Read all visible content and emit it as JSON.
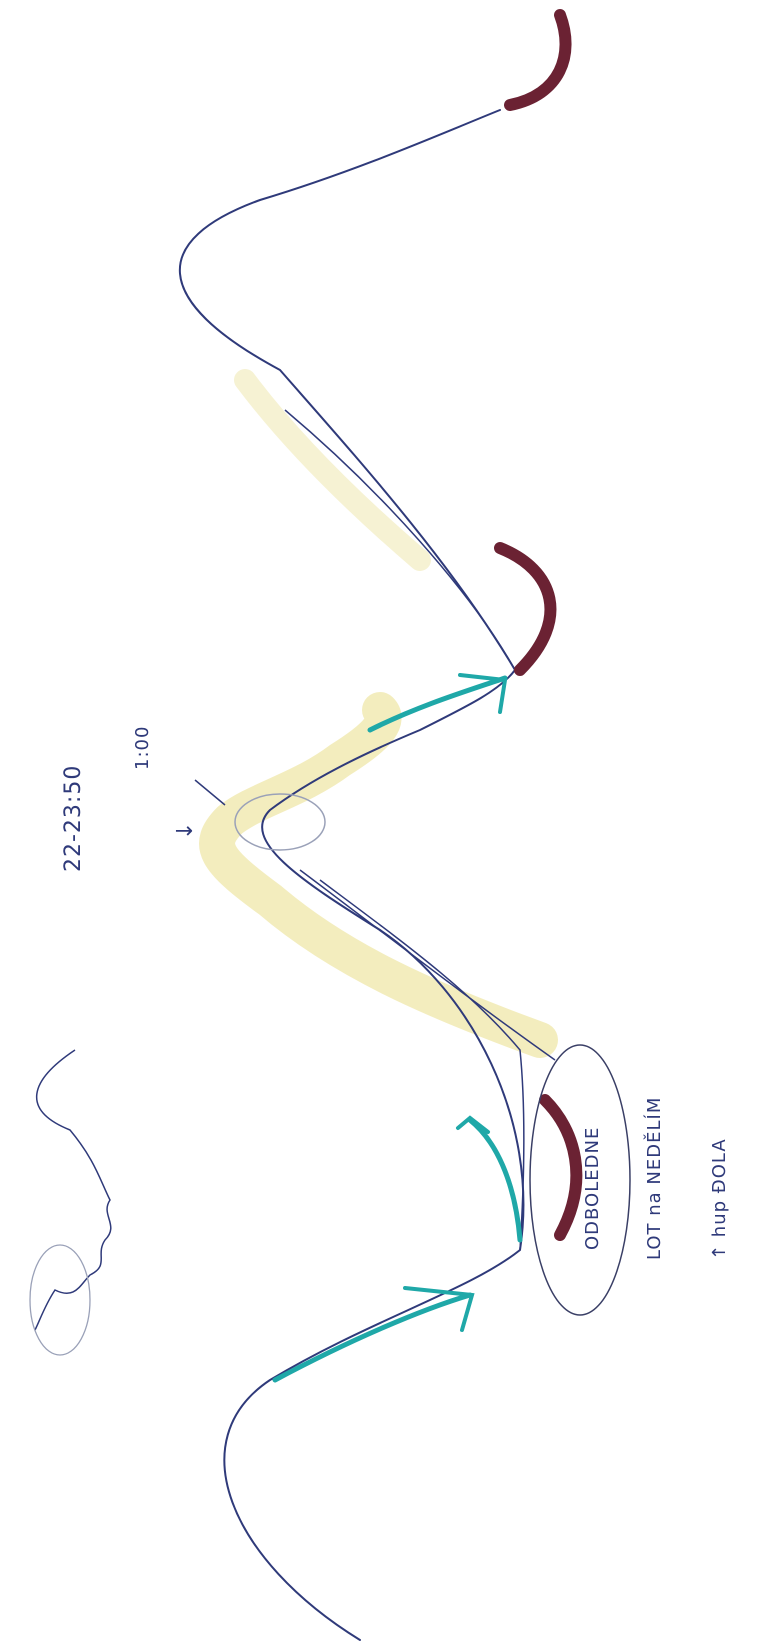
{
  "annotations": {
    "time_range": "22-23:50",
    "one_hour_mark": "1:00",
    "down_arrow": "↓",
    "note_line1": "ODBOLEDNE",
    "note_line2": "LOT na NEDĚLÍM",
    "note_line3": "↑ hup ĐOLA"
  },
  "colors": {
    "ink_blue": "#2f3a7a",
    "teal": "#1fa8a8",
    "maroon": "#6b2233",
    "highlight_yellow": "#efe7a8",
    "circle_gray": "#9aa1b8"
  }
}
